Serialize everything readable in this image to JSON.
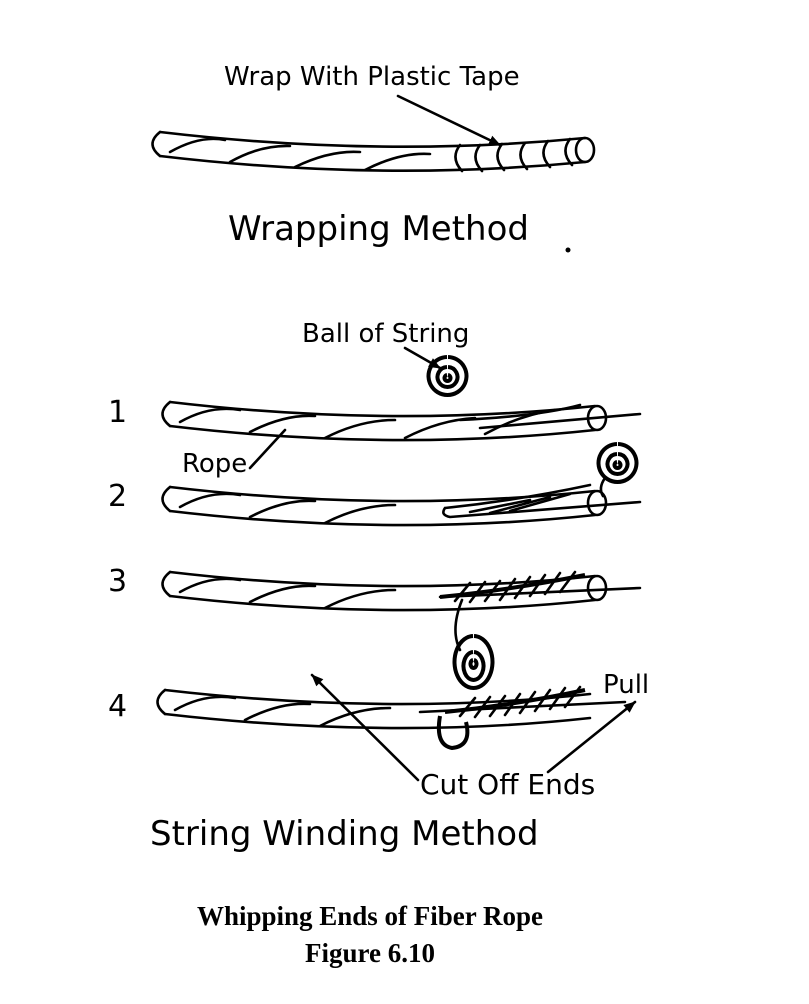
{
  "labels": {
    "wrap_tape": "Wrap With Plastic Tape",
    "wrapping_method": "Wrapping Method",
    "ball_of_string": "Ball of String",
    "step1": "1",
    "step2": "2",
    "step3": "3",
    "step4": "4",
    "rope": "Rope",
    "pull": "Pull",
    "cut_off_ends": "Cut Off Ends",
    "string_winding_method": "String Winding Method"
  },
  "caption": {
    "title": "Whipping Ends of Fiber Rope",
    "figure": "Figure 6.10"
  }
}
